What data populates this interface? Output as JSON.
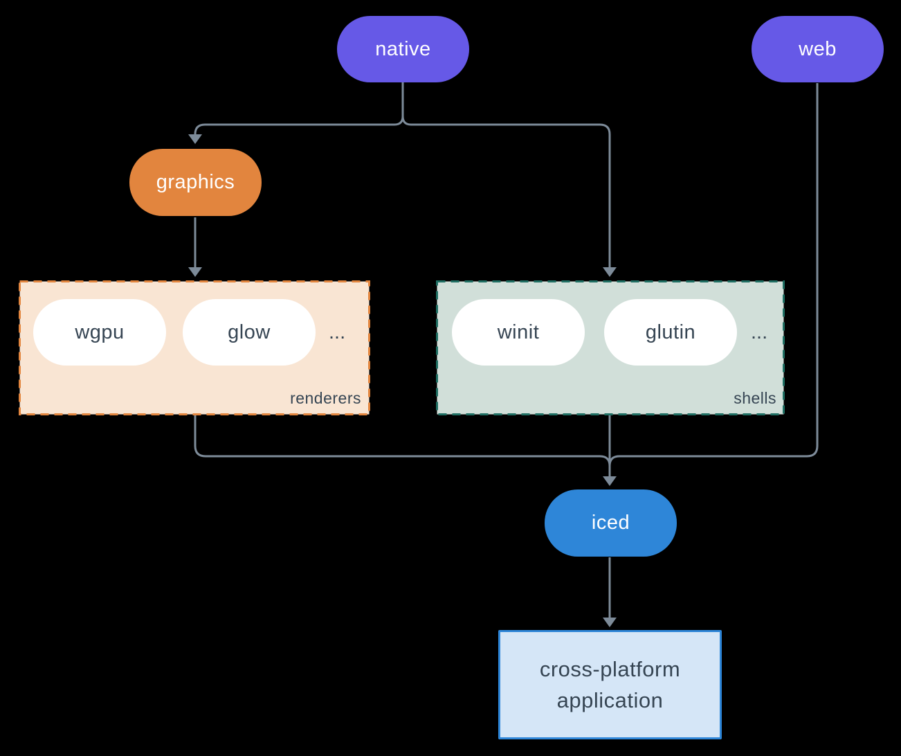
{
  "background": "#000000",
  "connector_color": "#7d8b99",
  "text_dark": "#364553",
  "nodes": {
    "native": {
      "label": "native",
      "color": "#6659e7",
      "text_color": "#ffffff"
    },
    "web": {
      "label": "web",
      "color": "#6659e7",
      "text_color": "#ffffff"
    },
    "graphics": {
      "label": "graphics",
      "color": "#e2853e",
      "text_color": "#ffffff"
    },
    "iced": {
      "label": "iced",
      "color": "#2e86d8",
      "text_color": "#ffffff"
    },
    "application": {
      "line1": "cross-platform",
      "line2": "application",
      "bg": "#d5e6f7",
      "border": "#2e86d8"
    }
  },
  "groups": {
    "renderers": {
      "label": "renderers",
      "ellipsis": "...",
      "items": [
        {
          "label": "wgpu"
        },
        {
          "label": "glow"
        }
      ],
      "bg": "#f9e5d3",
      "border": "#e2853e"
    },
    "shells": {
      "label": "shells",
      "ellipsis": "...",
      "items": [
        {
          "label": "winit"
        },
        {
          "label": "glutin"
        }
      ],
      "bg": "#d1dfd9",
      "border": "#1f6f63"
    }
  },
  "edges": [
    {
      "from": "native",
      "to": "graphics"
    },
    {
      "from": "native",
      "to": "shells"
    },
    {
      "from": "graphics",
      "to": "renderers"
    },
    {
      "from": "renderers",
      "to": "iced"
    },
    {
      "from": "shells",
      "to": "iced"
    },
    {
      "from": "web",
      "to": "iced"
    },
    {
      "from": "iced",
      "to": "application"
    }
  ]
}
